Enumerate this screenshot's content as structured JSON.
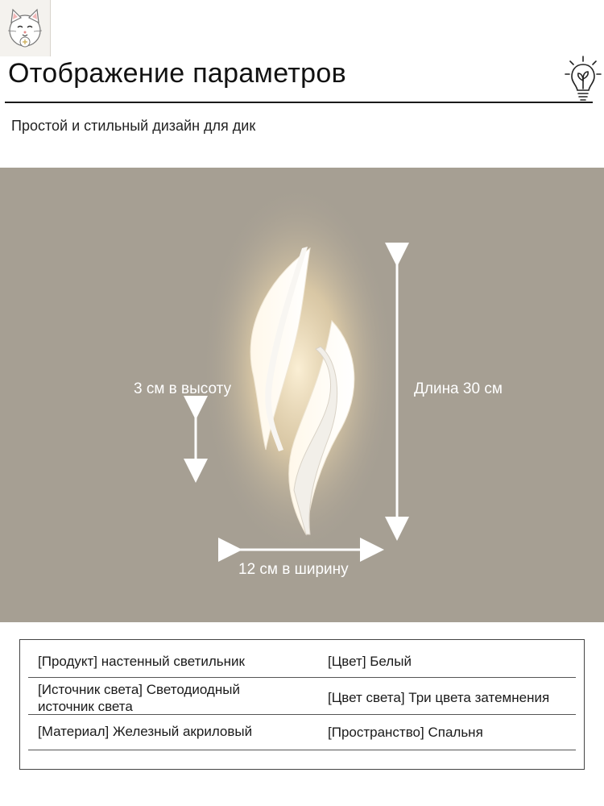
{
  "header": {
    "title": "Отображение параметров",
    "subtitle": "Простой и стильный дизайн для дик"
  },
  "logo_icon": "cat-logo-icon",
  "idea_icon": "lightbulb-icon",
  "photo": {
    "background_color": "#a69f93",
    "height_label": "3 см в высоту",
    "length_label": "Длина 30 см",
    "width_label": "12 см в ширину"
  },
  "specs": {
    "rows": [
      {
        "left": "[Продукт] настенный светильник",
        "right": "[Цвет] Белый"
      },
      {
        "left": "[Источник света] Светодиодный источник света",
        "right": "[Цвет света] Три цвета затемнения"
      },
      {
        "left": "[Материал] Железный акриловый",
        "right": "[Пространство] Спальня"
      }
    ]
  }
}
